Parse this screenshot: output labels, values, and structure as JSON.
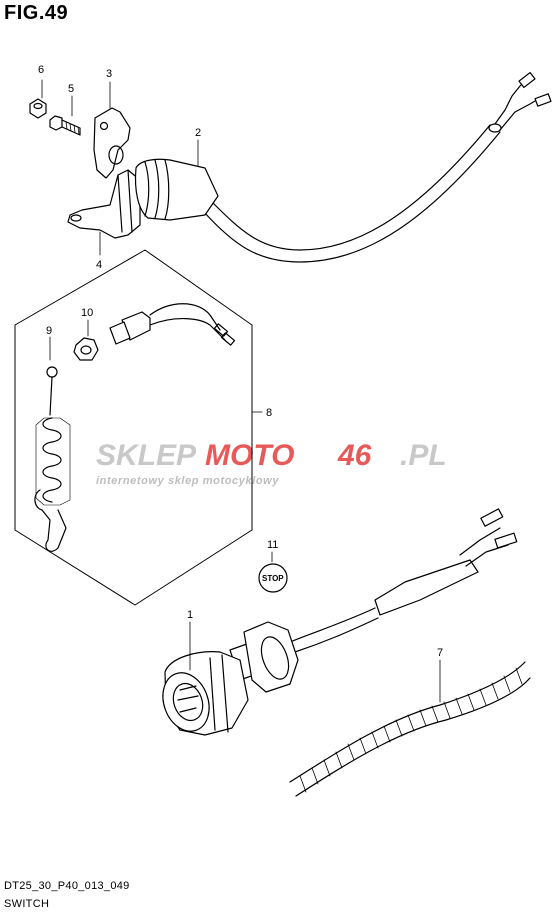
{
  "figure": {
    "title": "FIG.49"
  },
  "footer": {
    "code": "DT25_30_P40_013_049",
    "name": "SWITCH"
  },
  "callouts": {
    "c1": "1",
    "c2": "2",
    "c3": "3",
    "c4": "4",
    "c5": "5",
    "c6": "6",
    "c7": "7",
    "c8": "8",
    "c9": "9",
    "c10": "10",
    "c11": "11"
  },
  "stop_label": "STOP",
  "watermark": {
    "brand_a": "SKLEP",
    "brand_b": "MOTO",
    "brand_c": "46",
    "brand_d": ".PL",
    "tagline": "internetowy sklep motocyklowy",
    "colors": {
      "gray": "#c8c8c8",
      "red": "#e85a5a"
    }
  }
}
